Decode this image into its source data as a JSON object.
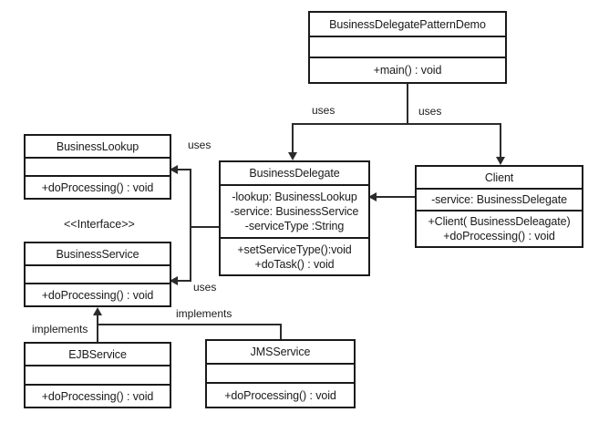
{
  "diagram": {
    "title": "Business Delegate Pattern UML Class Diagram",
    "background_color": "#ffffff",
    "line_color": "#2b2b2b",
    "text_color": "#1a1a1a"
  },
  "classes": {
    "demo": {
      "name": "BusinessDelegatePatternDemo",
      "attributes": [],
      "methods": [
        "+main() : void"
      ]
    },
    "business_delegate": {
      "name": "BusinessDelegate",
      "attributes": [
        "-lookup:  BusinessLookup",
        "-service:  BusinessService",
        "-serviceType  :String"
      ],
      "methods": [
        "+setServiceType():void",
        "+doTask()  : void"
      ]
    },
    "client": {
      "name": "Client",
      "attributes": [
        "-service:  BusinessDelegate"
      ],
      "methods": [
        "+Client(  BusinessDeleagate)",
        "+doProcessing()   : void"
      ]
    },
    "business_lookup": {
      "name": "BusinessLookup",
      "attributes": [],
      "methods": [
        "+doProcessing()   : void"
      ]
    },
    "business_service": {
      "stereotype": "<<Interface>>",
      "name": "BusinessService",
      "attributes": [],
      "methods": [
        "+doProcessing()   : void"
      ]
    },
    "ejb_service": {
      "name": "EJBService",
      "attributes": [],
      "methods": [
        "+doProcessing()   : void"
      ]
    },
    "jms_service": {
      "name": "JMSService",
      "attributes": [],
      "methods": [
        "+doProcessing()  : void"
      ]
    }
  },
  "relationships": {
    "demo_to_delegate": "uses",
    "demo_to_client": "uses",
    "delegate_to_lookup": "uses",
    "delegate_to_service": "uses",
    "ejb_implements": "implements",
    "jms_implements": "implements"
  }
}
